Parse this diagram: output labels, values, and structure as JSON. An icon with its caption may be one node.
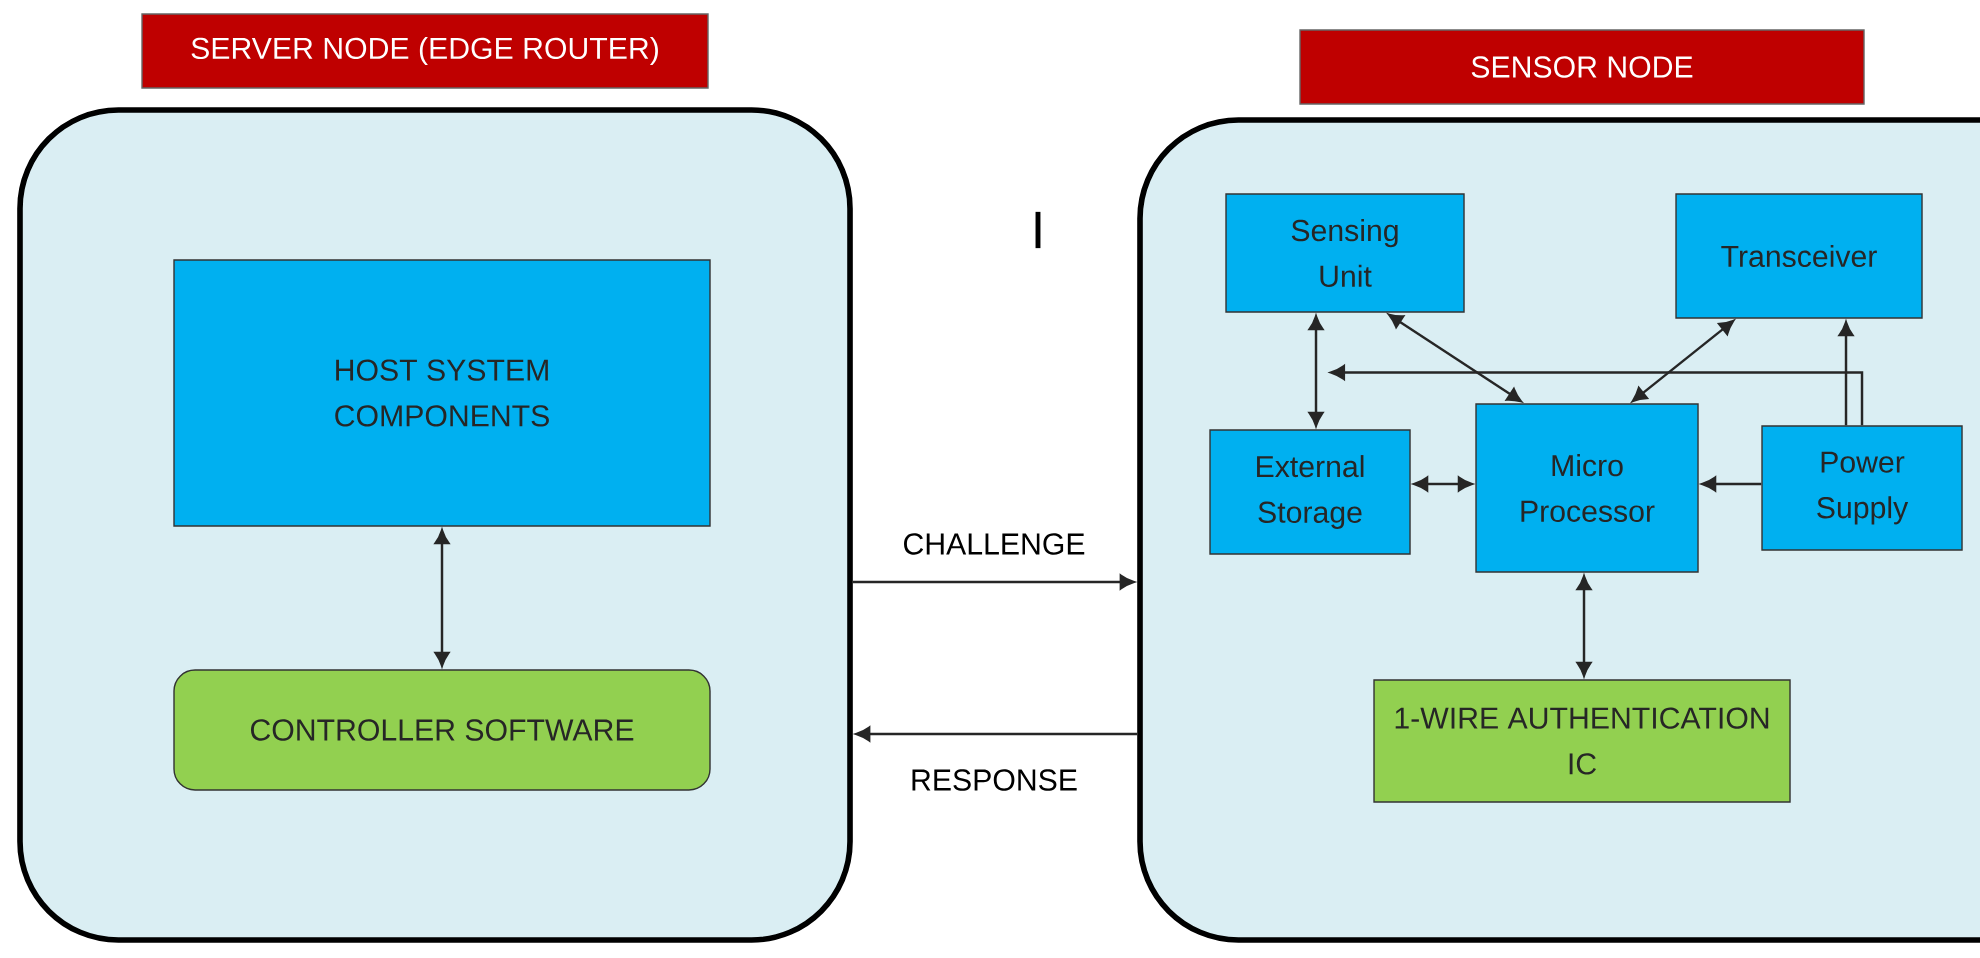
{
  "diagram": {
    "nodes": [
      {
        "text": [
          "SERVER NODE (EDGE ROUTER)"
        ]
      },
      {
        "text": [],
        "shape": "box"
      },
      {
        "text": [
          "HOST SYSTEM COMPONENTS"
        ],
        "in": 1
      },
      {
        "text": [
          "CONTROLLER SOFTWARE"
        ],
        "in": 1
      },
      {
        "text": [
          "SENSOR NODE"
        ]
      },
      {
        "text": [],
        "shape": "box"
      },
      {
        "text": [
          "Sensing Unit"
        ],
        "in": 5
      },
      {
        "text": [
          "Transceiver"
        ],
        "in": 5
      },
      {
        "text": [
          "External Storage"
        ],
        "in": 5
      },
      {
        "text": [
          "Micro Processor"
        ],
        "in": 5
      },
      {
        "text": [
          "Power Supply"
        ],
        "in": 5
      },
      {
        "text": [
          "1-WIRE AUTHENTICATION IC"
        ],
        "in": 5
      }
    ],
    "edges": [
      {
        "from": 2,
        "to": 3,
        "arrow": "both"
      },
      {
        "from": 1,
        "to": 5,
        "arrow": "to",
        "label": "CHALLENGE"
      },
      {
        "from": 5,
        "to": 1,
        "arrow": "to",
        "label": "RESPONSE"
      },
      {
        "from": 6,
        "to": 9,
        "arrow": "both"
      },
      {
        "from": 7,
        "to": 9,
        "arrow": "both"
      },
      {
        "from": 6,
        "to": 8,
        "arrow": "both"
      },
      {
        "from": 8,
        "to": 9,
        "arrow": "both"
      },
      {
        "from": 10,
        "to": 9,
        "arrow": "to"
      },
      {
        "from": 9,
        "to": 11,
        "arrow": "both"
      },
      {
        "from": 10,
        "to": 7,
        "arrow": "to"
      },
      {
        "from": 10,
        "to": 6,
        "arrow": "to"
      },
      {
        "from": 10,
        "to": 8,
        "arrow": "to"
      }
    ],
    "labels": [
      "I"
    ]
  }
}
